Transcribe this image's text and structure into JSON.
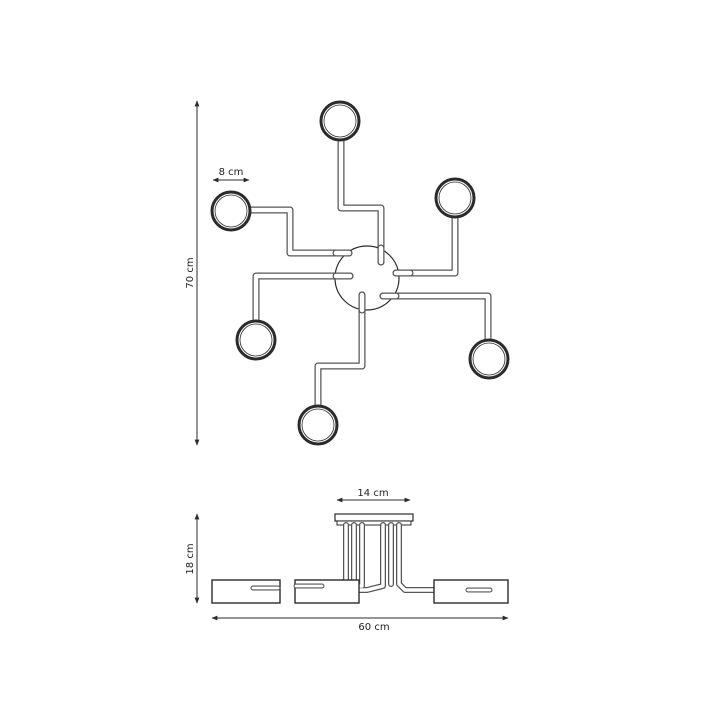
{
  "dimensions": {
    "shade_width": "8 cm",
    "total_height": "70 cm",
    "canopy_width": "14 cm",
    "side_height": "18 cm",
    "total_width": "60 cm"
  },
  "colors": {
    "line": "#2b2b2b",
    "arm_outline": "#555555",
    "background": "#ffffff"
  }
}
